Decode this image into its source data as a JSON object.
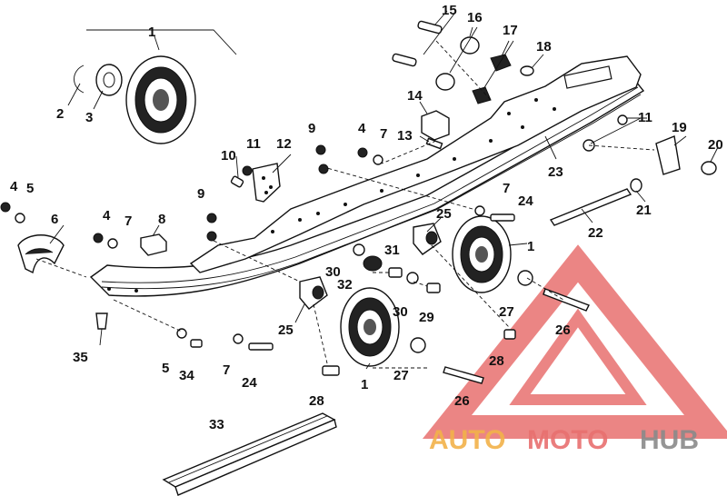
{
  "diagram": {
    "callouts": {
      "c1a": "1",
      "c1b": "1",
      "c1c": "1",
      "c2": "2",
      "c3": "3",
      "c4a": "4",
      "c4b": "4",
      "c4c": "4",
      "c5a": "5",
      "c5b": "5",
      "c6": "6",
      "c7a": "7",
      "c7b": "7",
      "c7c": "7",
      "c7d": "7",
      "c8": "8",
      "c9a": "9",
      "c9b": "9",
      "c10": "10",
      "c11a": "11",
      "c11b": "11",
      "c12": "12",
      "c13": "13",
      "c14": "14",
      "c15": "15",
      "c16": "16",
      "c17": "17",
      "c18": "18",
      "c19": "19",
      "c20": "20",
      "c21": "21",
      "c22": "22",
      "c23": "23",
      "c24a": "24",
      "c24b": "24",
      "c25a": "25",
      "c25b": "25",
      "c26a": "26",
      "c26b": "26",
      "c27a": "27",
      "c27b": "27",
      "c28a": "28",
      "c28b": "28",
      "c29": "29",
      "c30a": "30",
      "c30b": "30",
      "c31": "31",
      "c32": "32",
      "c33": "33",
      "c34": "34",
      "c35": "35"
    }
  },
  "watermark": {
    "part1": "AUTO",
    "part2": "MOTO",
    "part3": "HUB",
    "color_red": "#e8706f",
    "color_orange": "#f2b24a",
    "color_gray": "#8a8a8a"
  }
}
